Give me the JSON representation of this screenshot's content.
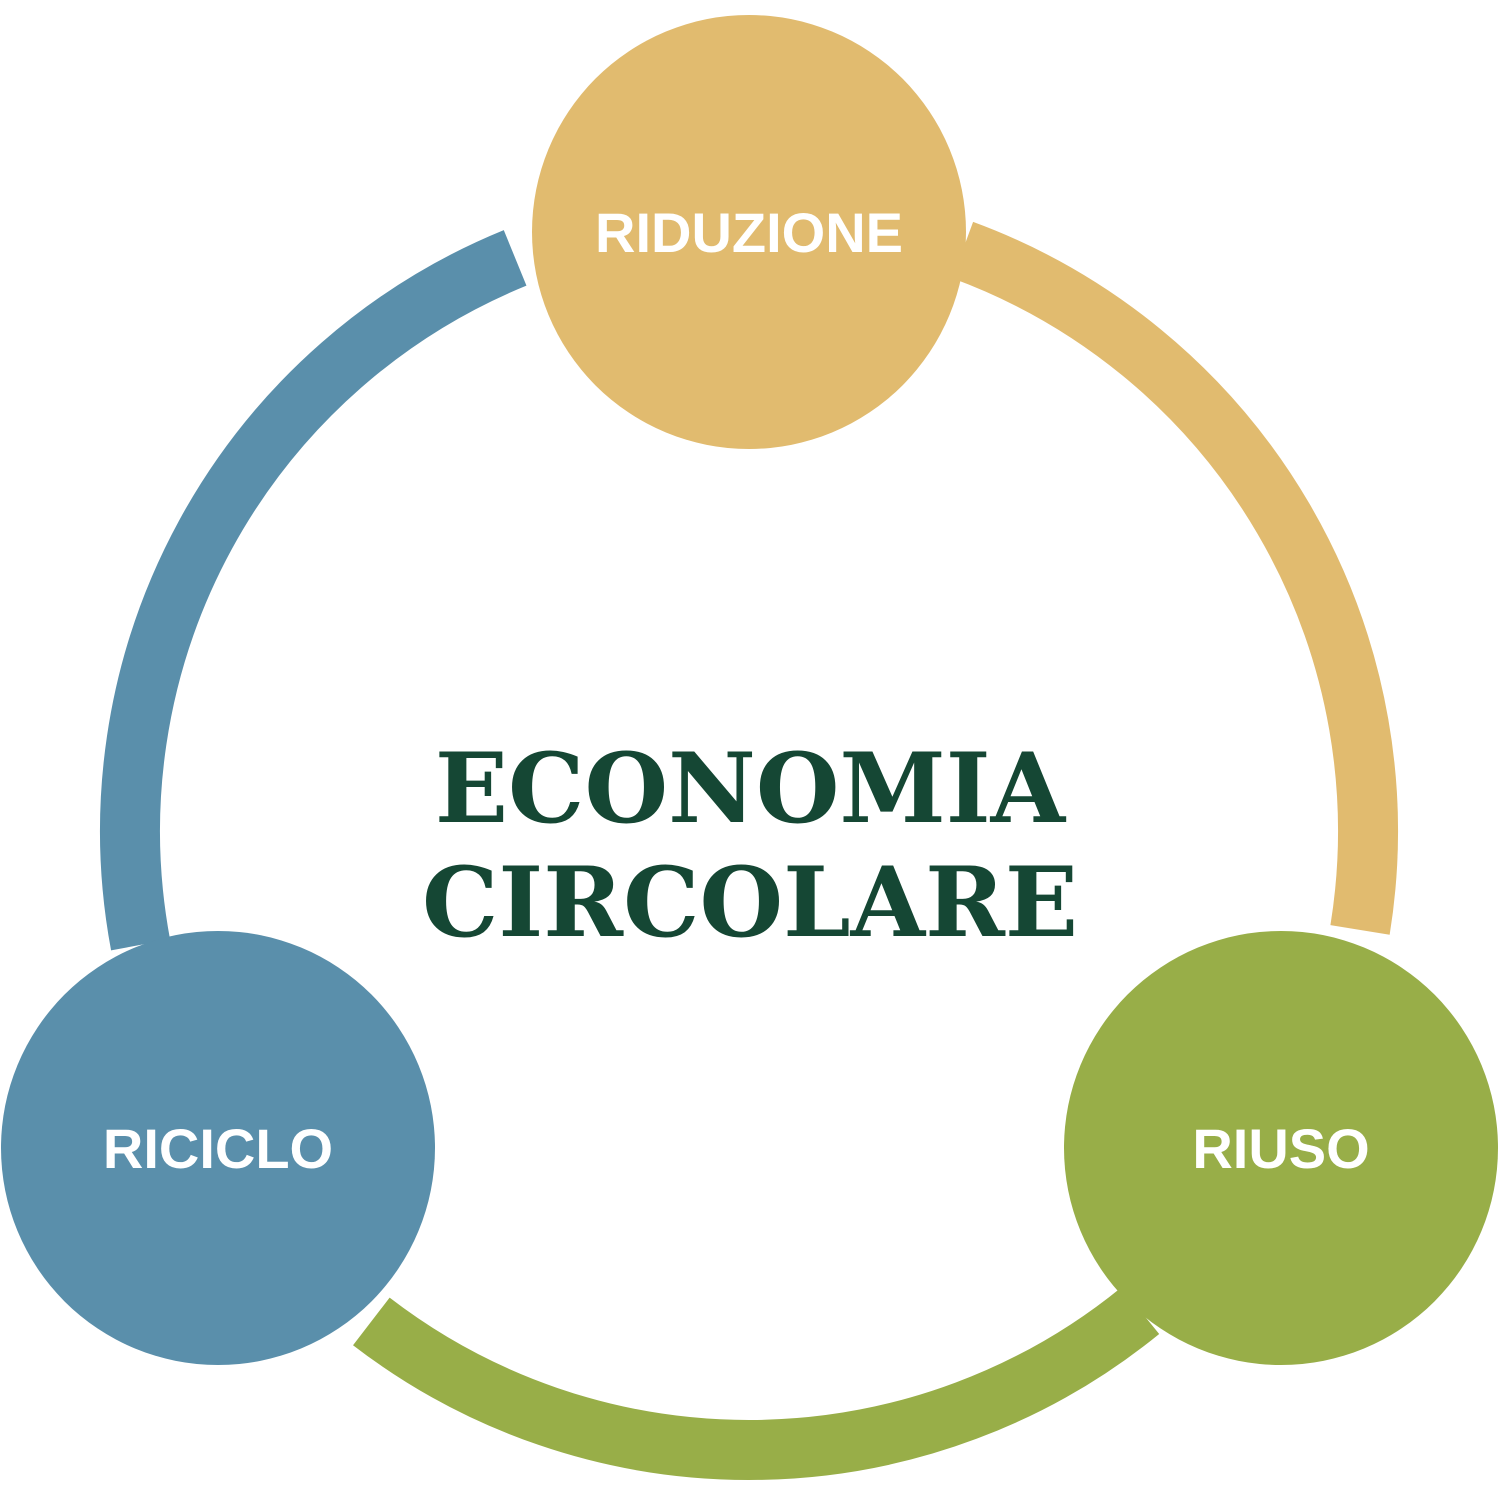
{
  "title": {
    "line1": "ECONOMIA",
    "line2": "CIRCOLARE"
  },
  "nodes": [
    {
      "label": "RIDUZIONE",
      "color": "#E1BB6F"
    },
    {
      "label": "RIUSO",
      "color": "#98AE48"
    },
    {
      "label": "RICICLO",
      "color": "#5A8FAB"
    }
  ],
  "colors": {
    "title": "#154734"
  }
}
